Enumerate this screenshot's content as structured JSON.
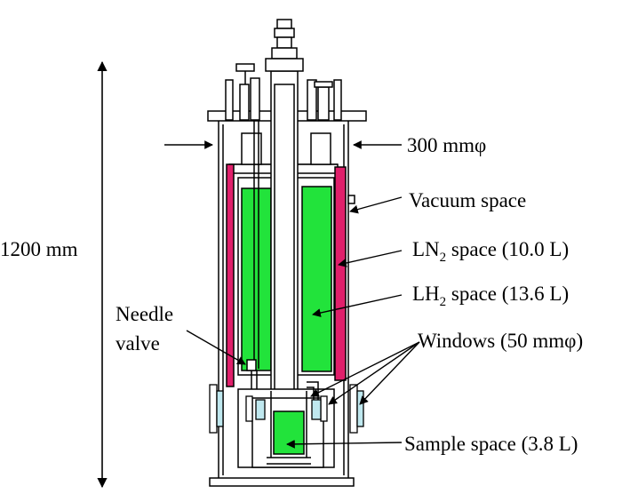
{
  "dimensions": {
    "height": "1200 mm",
    "diameter": "300 mmφ"
  },
  "labels": {
    "vacuum": "Vacuum space",
    "ln2": {
      "pre": "LN",
      "sub": "2",
      "post": " space (10.0 L)"
    },
    "lh2": {
      "pre": "LH",
      "sub": "2",
      "post": " space (13.6 L)"
    },
    "windows": "Windows (50 mmφ)",
    "sample": "Sample space (3.8 L)",
    "needle_line1": "Needle",
    "needle_line2": "valve"
  },
  "colors": {
    "ln2_fill": "#e0206b",
    "liquid_fill": "#22e33b",
    "window_fill": "#bfe8ef",
    "stroke": "#000000"
  }
}
